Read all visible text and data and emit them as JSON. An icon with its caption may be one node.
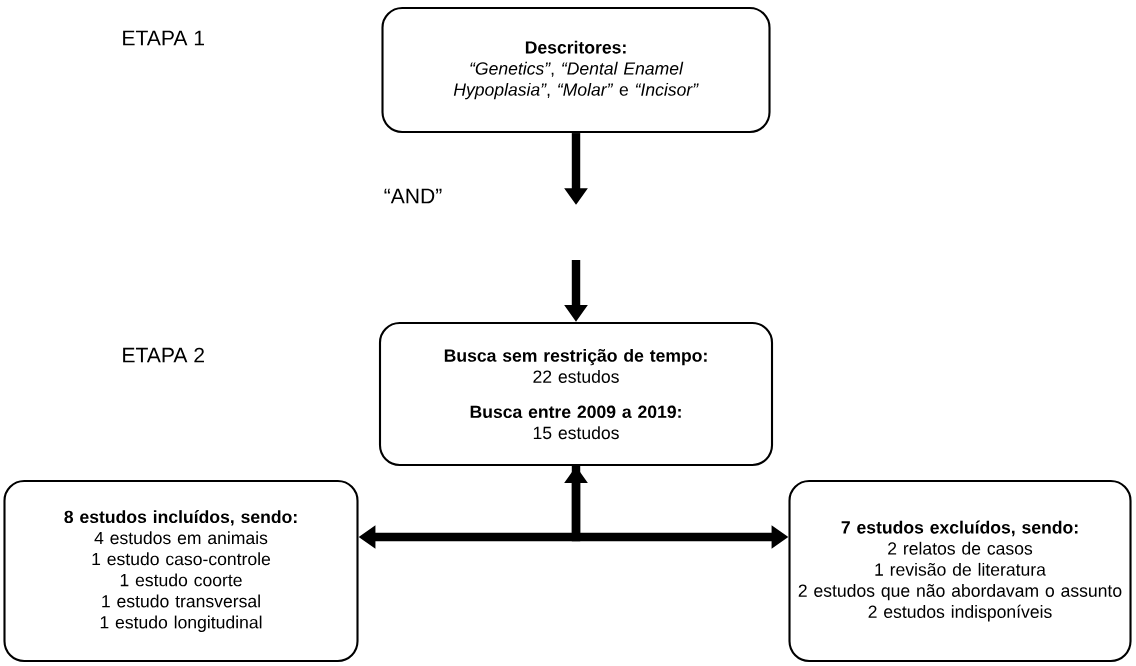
{
  "diagram": {
    "nodes": [
      {
        "text": [
          "Descritores:",
          "*“Genetics”*, *“Dental Enamel Hypoplasia”*, *“Molar”* e *“Incisor”*"
        ]
      },
      {
        "text": [
          "Busca sem restrição de tempo:",
          "22 estudos",
          "Busca entre 2009 a 2019:",
          "15 estudos"
        ]
      },
      {
        "text": [
          "8 estudos incluídos, sendo:",
          "4 estudos em animais",
          "1 estudo caso-controle",
          "1 estudo coorte",
          "1 estudo transversal",
          "1 estudo longitudinal"
        ]
      },
      {
        "text": [
          "7 estudos excluídos, sendo:",
          "2 relatos de casos",
          "1 revisão de literatura",
          "2 estudos que não abordavam o assunto",
          "2 estudos indisponíveis"
        ]
      }
    ],
    "edges": [
      {
        "from": 0,
        "to": null,
        "arrow": "to"
      },
      {
        "from": null,
        "to": 1,
        "arrow": "to"
      },
      {
        "from": 1,
        "to": 2,
        "arrow": "both"
      },
      {
        "from": 1,
        "to": 3,
        "arrow": "to"
      }
    ],
    "labels": [
      "ETAPA 1",
      "“AND”",
      "ETAPA 2"
    ]
  }
}
